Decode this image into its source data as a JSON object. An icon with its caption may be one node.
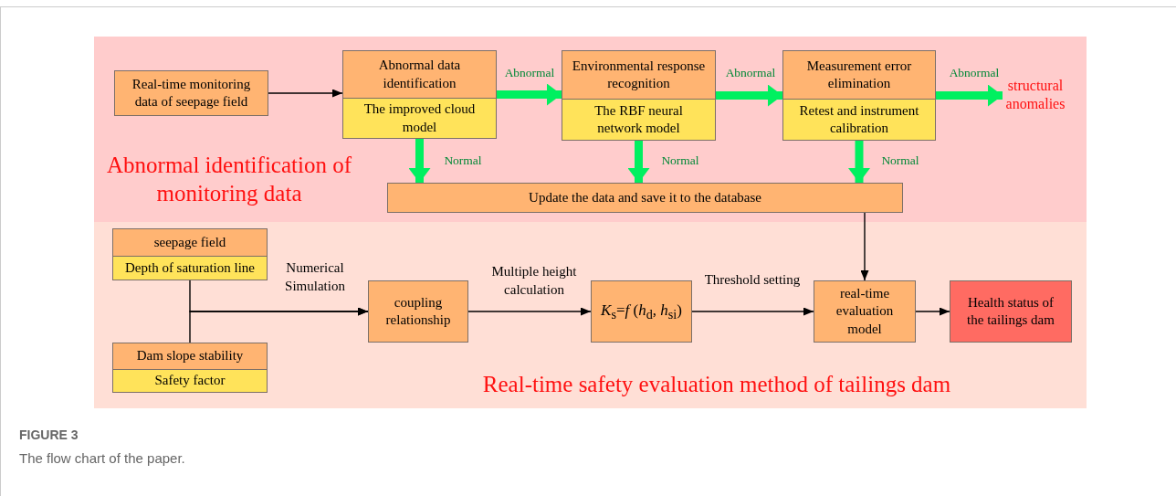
{
  "diagram": {
    "caption": "The flow chart of the paper.",
    "nodes": [
      {
        "text": [
          "Abnormal identification of monitoring data"
        ]
      },
      {
        "text": [
          "Real-time safety evaluation method of tailings dam"
        ]
      },
      {
        "text": [
          "Real-time  monitoring data of seepage field"
        ],
        "in": 0
      },
      {
        "text": [
          "Abnormal data identification",
          "The improved cloud model"
        ],
        "in": 0
      },
      {
        "text": [
          "Environmental response recognition",
          "The RBF neural network model"
        ],
        "in": 0
      },
      {
        "text": [
          "Measurement error elimination",
          "Retest and instrument calibration"
        ],
        "in": 0
      },
      {
        "text": [
          "structural anomalies"
        ],
        "in": 0
      },
      {
        "text": [
          "Update the data and save it to the database"
        ],
        "in": 0
      },
      {
        "text": [
          "seepage field",
          "Depth of saturation line"
        ],
        "in": 1
      },
      {
        "text": [
          "Dam slope stability",
          "Safety factor"
        ],
        "in": 1
      },
      {
        "text": [
          "coupling relationship"
        ],
        "in": 1
      },
      {
        "text": [
          "*K*$_{s}$=*f* (*h*$_{d}$, *h*$_{si}$)"
        ],
        "in": 1
      },
      {
        "text": [
          "real-time evaluation model"
        ],
        "in": 1
      },
      {
        "text": [
          "Health status of the tailings dam"
        ],
        "in": 1
      }
    ],
    "edges": [
      {
        "from": 2,
        "to": 3,
        "arrow": "to"
      },
      {
        "from": 3,
        "to": 4,
        "arrow": "to",
        "label": "Abnormal",
        "style": "thick",
        "color": "#00f060"
      },
      {
        "from": 4,
        "to": 5,
        "arrow": "to",
        "label": "Abnormal",
        "style": "thick",
        "color": "#00f060"
      },
      {
        "from": 5,
        "to": 6,
        "arrow": "to",
        "label": "Abnormal",
        "style": "thick",
        "color": "#00f060"
      },
      {
        "from": 3,
        "to": 7,
        "arrow": "to",
        "label": "Normal",
        "style": "thick",
        "color": "#00f060"
      },
      {
        "from": 4,
        "to": 7,
        "arrow": "to",
        "label": "Normal",
        "style": "thick",
        "color": "#00f060"
      },
      {
        "from": 5,
        "to": 7,
        "arrow": "to",
        "label": "Normal",
        "style": "thick",
        "color": "#00f060"
      },
      {
        "from": 7,
        "to": 12,
        "arrow": "to"
      },
      {
        "from": 8,
        "to": 10,
        "arrow": "to",
        "label": "Numerical Simulation"
      },
      {
        "from": 9,
        "to": 10,
        "arrow": "to"
      },
      {
        "from": 10,
        "to": 11,
        "arrow": "to",
        "label": "Multiple height calculation"
      },
      {
        "from": 11,
        "to": 12,
        "arrow": "to",
        "label": "Threshold setting"
      },
      {
        "from": 12,
        "to": 13,
        "arrow": "to"
      }
    ],
    "labels": [
      "FIGURE 3"
    ]
  }
}
